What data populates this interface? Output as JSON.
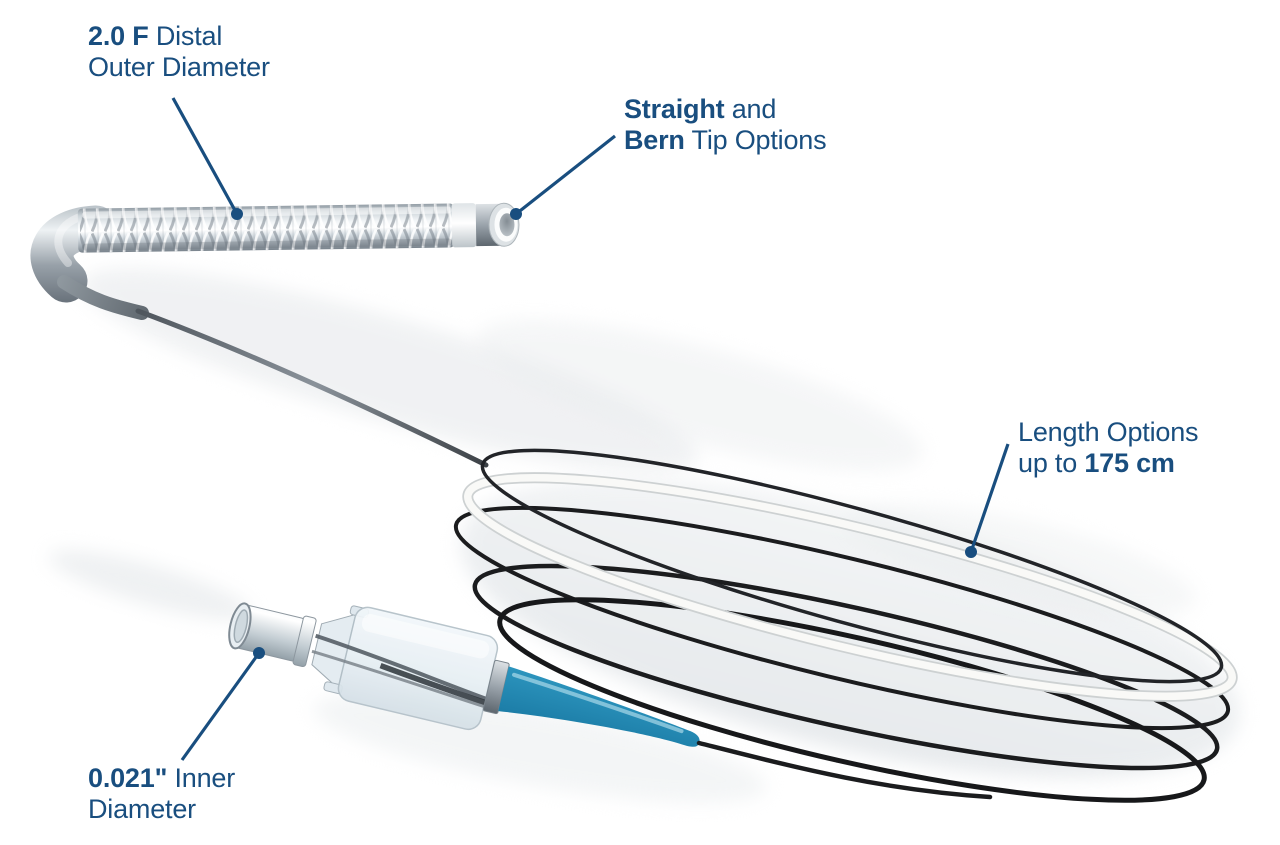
{
  "colors": {
    "label_text": "#194e7f",
    "callout_line": "#194e7f",
    "strain_relief_blue": "#2e97c0",
    "shaft_black": "#1b1c1e",
    "proximal_shaft_white": "#f9f9f7",
    "metal_silver": "#c3ccd2"
  },
  "callouts": {
    "distal_outer_diameter": {
      "bold1": "2.0 F",
      "rest1": " Distal",
      "line2": "Outer Diameter"
    },
    "tip_options": {
      "bold1": "Straight",
      "rest1": " and",
      "bold2": "Bern",
      "rest2": " Tip Options"
    },
    "length_options": {
      "line1": "Length Options",
      "pre2": "up to ",
      "bold2": "175 cm"
    },
    "inner_diameter": {
      "bold1": "0.021\"",
      "rest1": " Inner",
      "line2": "Diameter"
    }
  }
}
